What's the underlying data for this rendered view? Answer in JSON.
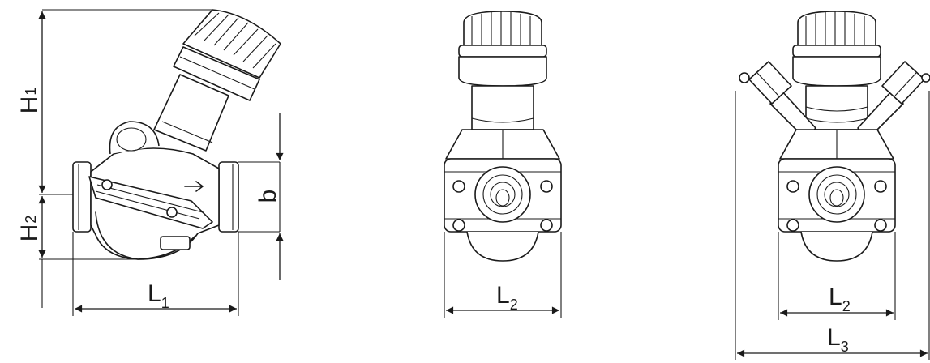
{
  "labels": {
    "h1": {
      "main": "H",
      "sub": "1"
    },
    "h2": {
      "main": "H",
      "sub": "2"
    },
    "b": {
      "main": "b"
    },
    "l1": {
      "main": "L",
      "sub": "1"
    },
    "l2_front": {
      "main": "L",
      "sub": "2"
    },
    "l2_ports": {
      "main": "L",
      "sub": "2"
    },
    "l3": {
      "main": "L",
      "sub": "3"
    }
  },
  "colors": {
    "line": "#1a1a1a",
    "background": "#ffffff"
  }
}
